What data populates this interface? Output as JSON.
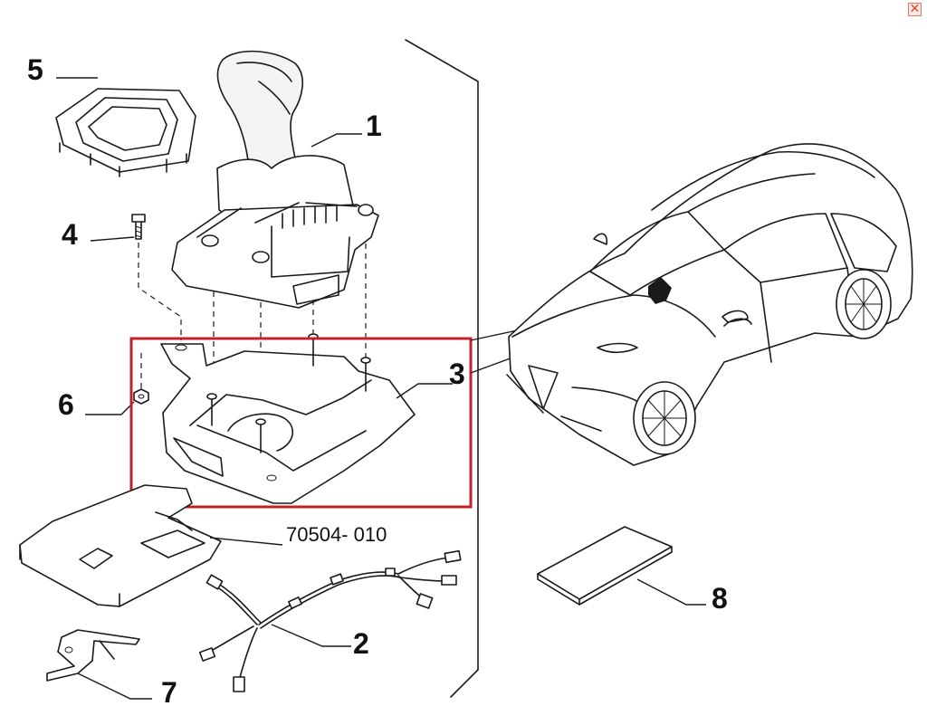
{
  "toolbar": {
    "close_icon": "close-icon",
    "close_color": "#d8462c"
  },
  "callouts": {
    "c1": "1",
    "c2": "2",
    "c3": "3",
    "c4": "4",
    "c5": "5",
    "c6": "6",
    "c7": "7",
    "c8": "8"
  },
  "part_number": "70504- 010",
  "highlight": {
    "color": "#c8202a",
    "target_callout": "3"
  }
}
